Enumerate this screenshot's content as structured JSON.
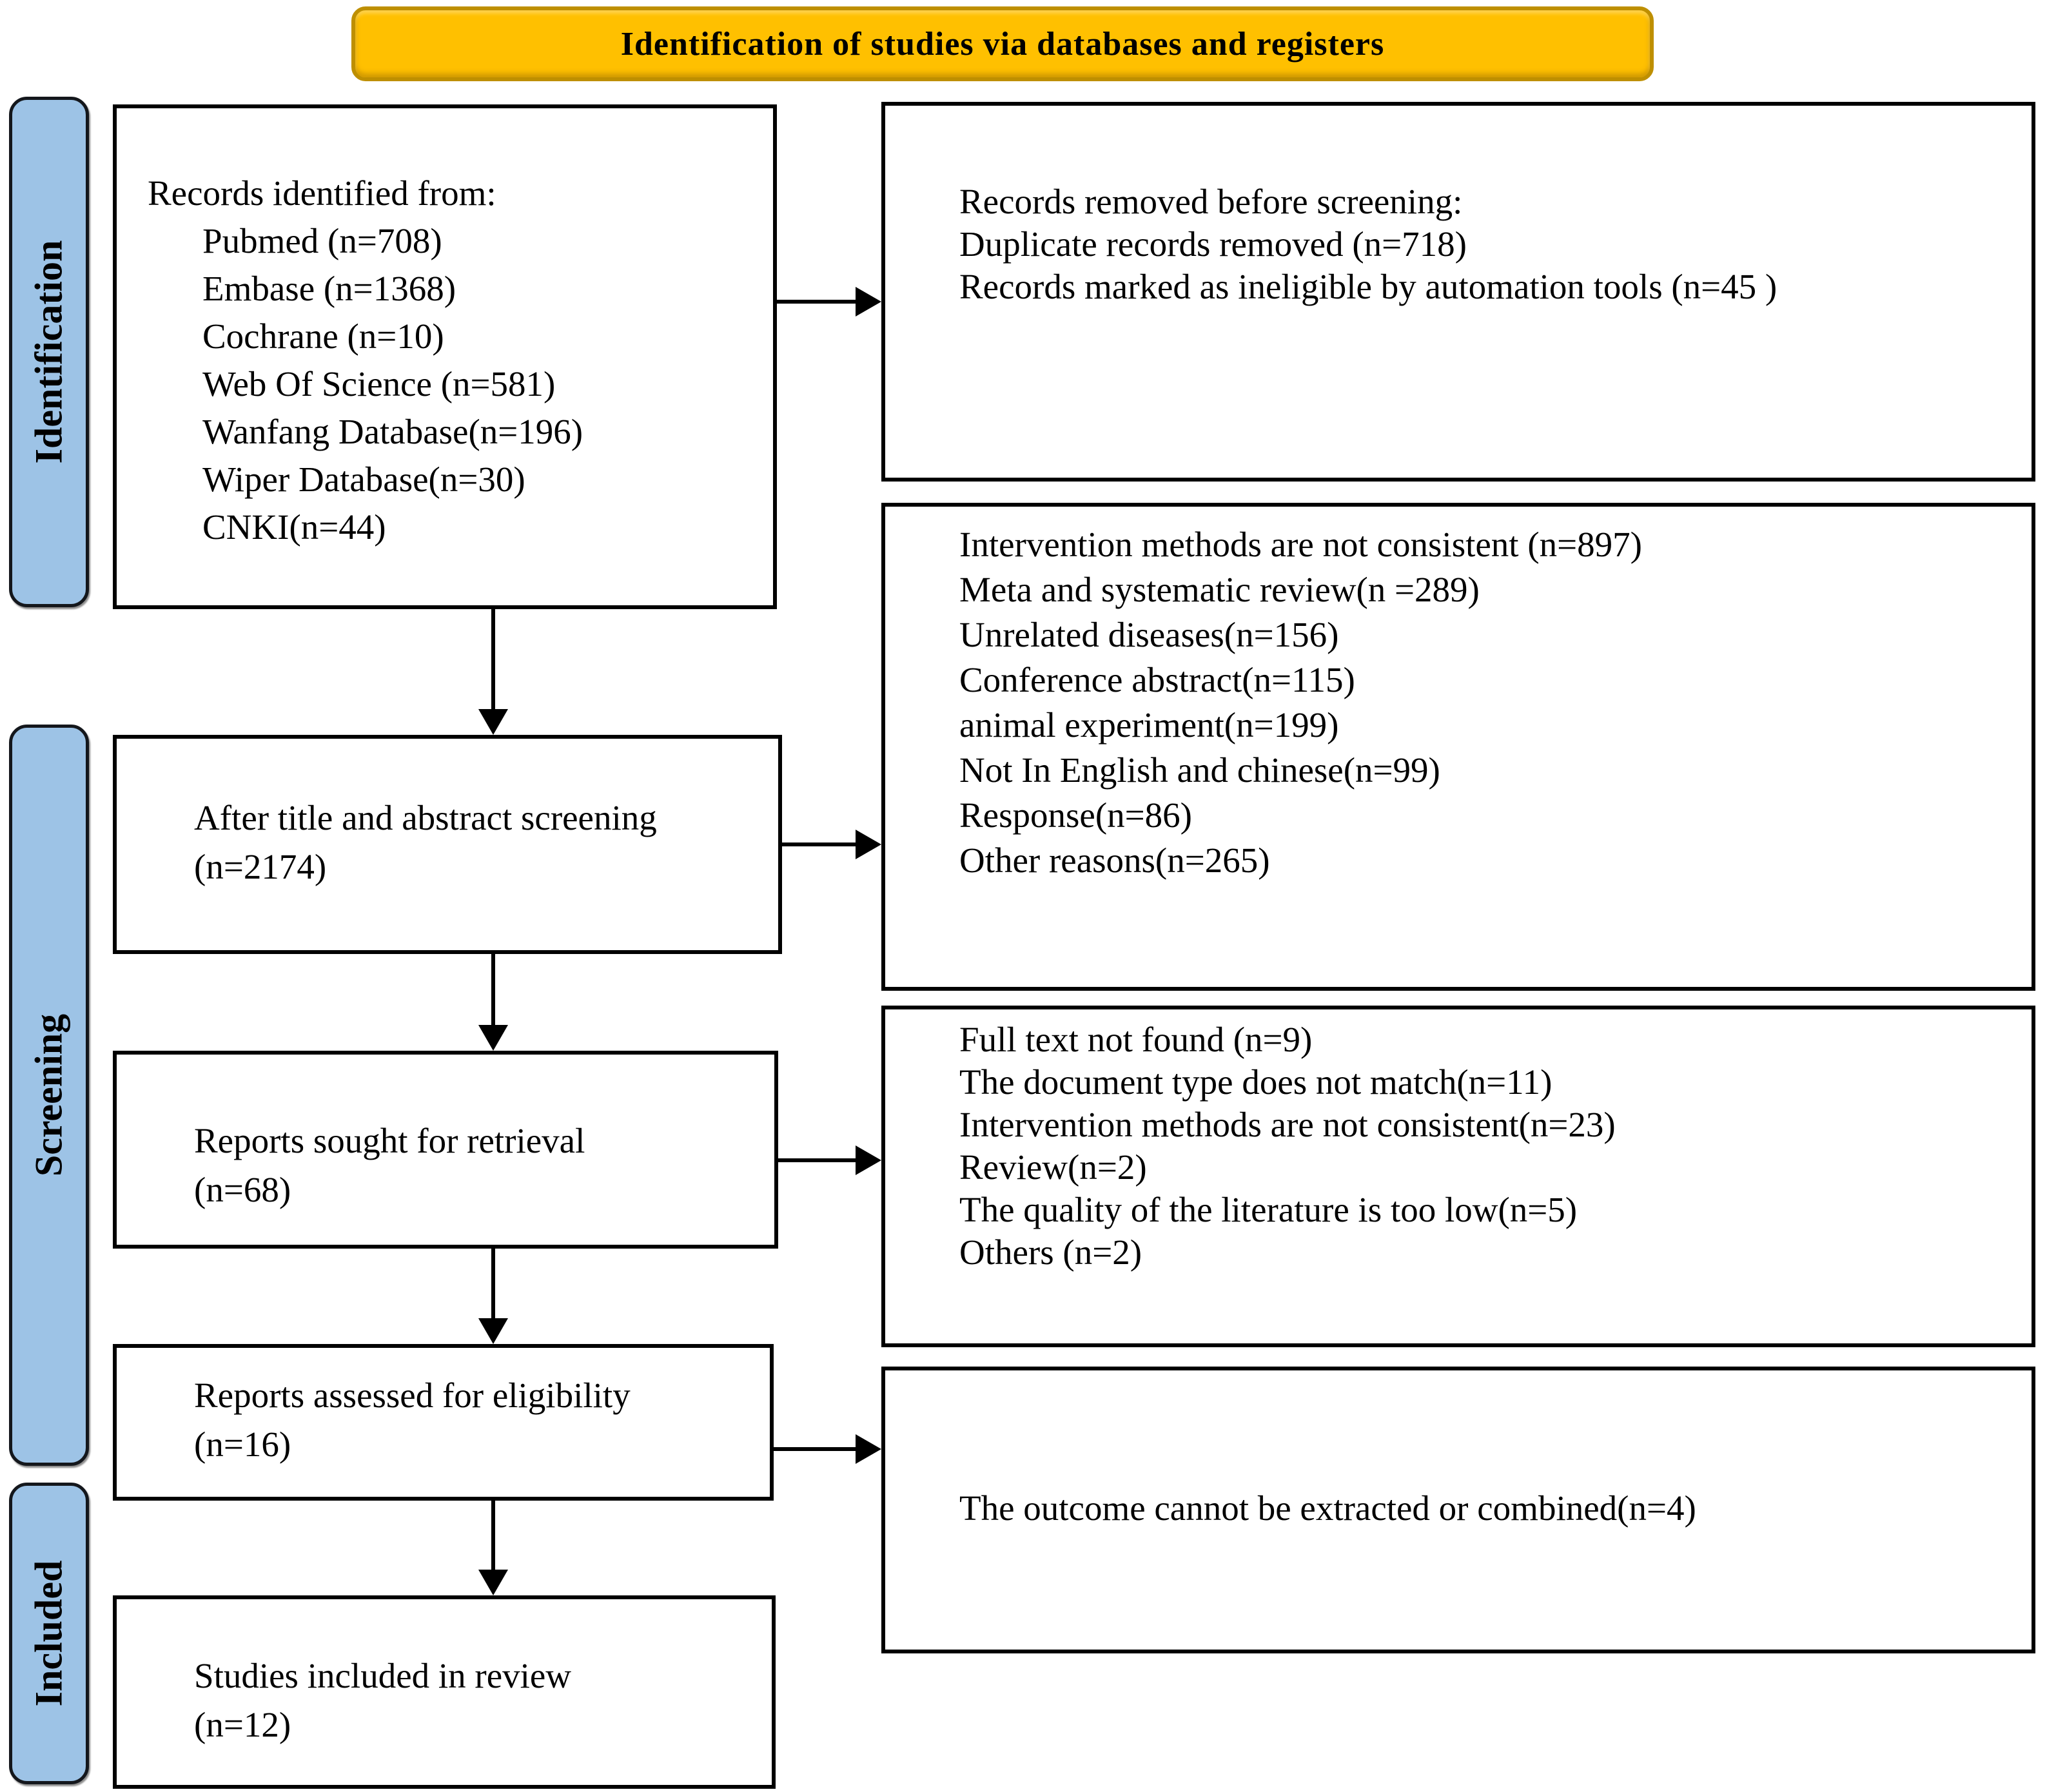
{
  "title": "Identification of studies via databases and registers",
  "colors": {
    "banner_fill": "#FFC000",
    "banner_border": "#BE8F00",
    "sidebar_fill": "#9DC3E6",
    "box_border": "#000000",
    "text": "#000000"
  },
  "sidebars": [
    {
      "label": "Identification"
    },
    {
      "label": "Screening"
    },
    {
      "label": "Included"
    }
  ],
  "flow_boxes": [
    {
      "lines": [
        "Records identified from:",
        "Pubmed (n=708)",
        "Embase (n=1368)",
        "Cochrane (n=10)",
        "Web Of Science (n=581)",
        "Wanfang Database(n=196)",
        "Wiper Database(n=30)",
        "CNKI(n=44)"
      ]
    },
    {
      "lines": [
        "After title and abstract screening",
        "(n=2174)"
      ]
    },
    {
      "lines": [
        "Reports sought for retrieval",
        "(n=68)"
      ]
    },
    {
      "lines": [
        "Reports assessed for eligibility",
        "(n=16)"
      ]
    },
    {
      "lines": [
        "Studies included in review",
        "(n=12)"
      ]
    }
  ],
  "exclusion_boxes": [
    {
      "lines": [
        "Records removed before screening:",
        "Duplicate records removed (n=718)",
        "Records marked as ineligible by automation tools (n=45 )"
      ]
    },
    {
      "lines": [
        "Intervention methods are not consistent (n=897)",
        "Meta and systematic review(n =289)",
        "Unrelated diseases(n=156)",
        "Conference abstract(n=115)",
        "animal experiment(n=199)",
        "Not In English and chinese(n=99)",
        "Response(n=86)",
        "Other reasons(n=265)"
      ]
    },
    {
      "lines": [
        "Full text not found (n=9)",
        "The document type does not match(n=11)",
        "Intervention methods are not consistent(n=23)",
        "Review(n=2)",
        "The quality of the literature is too low(n=5)",
        "Others (n=2)"
      ]
    },
    {
      "lines": [
        "The outcome cannot be extracted or combined(n=4)"
      ]
    }
  ]
}
